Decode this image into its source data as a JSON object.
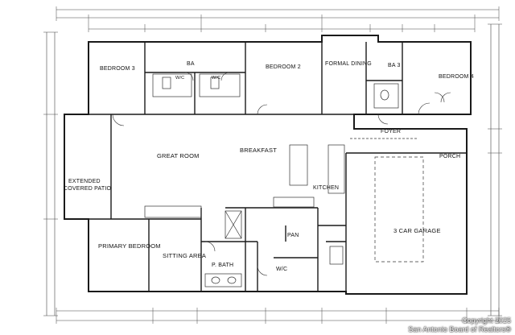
{
  "rooms": {
    "bedroom3": "BEDROOM 3",
    "bath": "BA",
    "wic_a": "W/C",
    "wic_b": "W/C",
    "bedroom2": "BEDROOM 2",
    "formal_dining": "FORMAL DINING",
    "bath3": "BA 3",
    "bedroom4": "BEDROOM 4",
    "foyer": "FOYER",
    "porch": "PORCH",
    "great_room": "GREAT ROOM",
    "breakfast": "BREAKFAST",
    "kitchen": "KITCHEN",
    "extended_patio_1": "EXTENDED",
    "extended_patio_2": "COVERED PATIO",
    "primary_bedroom": "PRIMARY BEDROOM",
    "sitting_area": "SITTING AREA",
    "p_bath": "P. BATH",
    "wic": "W/C",
    "pan": "PAN",
    "garage": "3 CAR GARAGE"
  },
  "watermark": {
    "line1": "Copyright 2025",
    "line2": "San Antonio Board of Realtors®"
  },
  "colors": {
    "wall": "#1a1a1a",
    "line": "#333333",
    "background": "#ffffff"
  }
}
